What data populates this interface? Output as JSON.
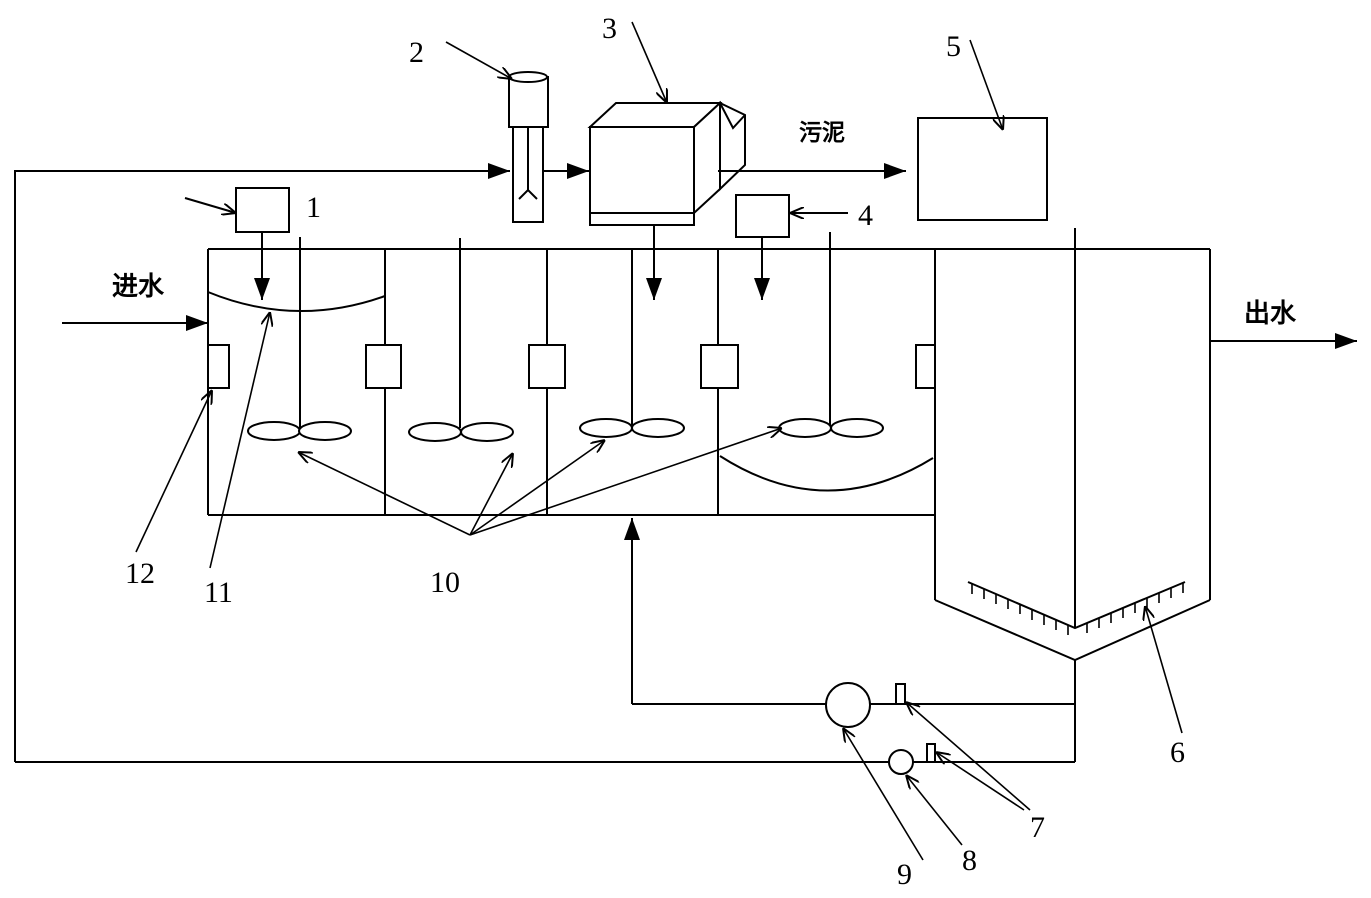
{
  "labels": {
    "inlet": "进水",
    "outlet": "出水",
    "sludge": "污泥"
  },
  "part_numbers": {
    "p1": "1",
    "p2": "2",
    "p3": "3",
    "p4": "4",
    "p5": "5",
    "p6": "6",
    "p7": "7",
    "p8": "8",
    "p9": "9",
    "p10": "10",
    "p11": "11",
    "p12": "12"
  }
}
